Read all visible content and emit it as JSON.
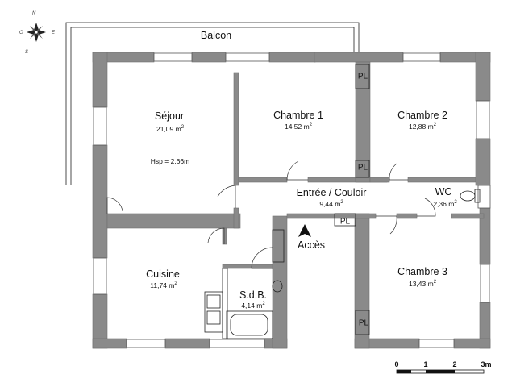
{
  "balcony_label": "Balcon",
  "rooms": [
    {
      "key": "sejour",
      "name": "Séjour",
      "area": "21,09 m",
      "unit_sup": "2"
    },
    {
      "key": "chambre1",
      "name": "Chambre 1",
      "area": "14,52 m",
      "unit_sup": "2"
    },
    {
      "key": "chambre2",
      "name": "Chambre 2",
      "area": "12,88 m",
      "unit_sup": "2"
    },
    {
      "key": "entree",
      "name": "Entrée / Couloir",
      "area": "9,44 m",
      "unit_sup": "2"
    },
    {
      "key": "wc",
      "name": "WC",
      "area": "2,36 m",
      "unit_sup": "2"
    },
    {
      "key": "cuisine",
      "name": "Cuisine",
      "area": "11,74 m",
      "unit_sup": "2"
    },
    {
      "key": "sdb",
      "name": "S.d.B.",
      "area": "4,14 m",
      "unit_sup": "2"
    },
    {
      "key": "chambre3",
      "name": "Chambre 3",
      "area": "13,43 m",
      "unit_sup": "2"
    }
  ],
  "ceiling_height": "Hsp = 2,66m",
  "access_label": "Accès",
  "closet_label": "PL",
  "scale": {
    "ticks": [
      "0",
      "1",
      "2",
      "3m"
    ]
  },
  "compass": {
    "north": "N",
    "east": "E",
    "west": "O",
    "south": "S"
  },
  "colors": {
    "wall": "#8a8a8a",
    "background": "#ffffff"
  }
}
